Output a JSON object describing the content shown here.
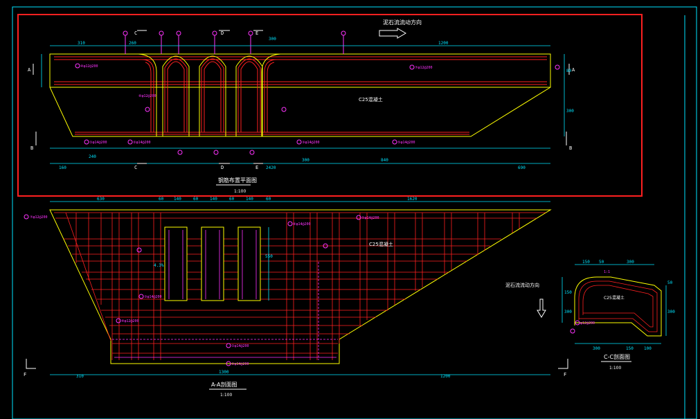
{
  "colors": {
    "background": "#000000",
    "frame": "#00e5ff",
    "outline": "#ffff00",
    "rebar_red": "#ff2020",
    "rebar_magenta": "#ff33ff",
    "dimension": "#00e5ff",
    "selection_box": "#ff2020",
    "text": "#ffffff"
  },
  "top_view": {
    "flow_label": "泥石流流动方向",
    "title": "钢筋布置平面图",
    "scale": "1:100",
    "concrete_label": "C25混凝土",
    "section_marks": [
      "A",
      "A",
      "B",
      "B",
      "C",
      "C",
      "D",
      "D",
      "E",
      "E"
    ],
    "dims_top": [
      "310",
      "260",
      "300",
      "1200"
    ],
    "dims_bottom": [
      "240",
      "300",
      "840"
    ],
    "dims_overall": [
      "160",
      "2420",
      "690"
    ],
    "dims_right": [
      "80",
      "300"
    ],
    "rebar_tags": [
      "④φ12@200",
      "⑦φ12@200",
      "①φ14@200",
      "②φ14@200",
      "③φ14@200",
      "⑤φ14@200",
      "⑥φ12@200"
    ]
  },
  "section_aa": {
    "title": "A-A剖面图",
    "scale": "1:100",
    "concrete_label": "C25混凝土",
    "section_marks": [
      "F",
      "F"
    ],
    "dims_top": [
      "630",
      "60",
      "140",
      "60",
      "140",
      "60",
      "140",
      "60",
      "1620"
    ],
    "dims_bottom": [
      "310",
      "1300",
      "1200"
    ],
    "dims_inner": [
      "550",
      "4.3%"
    ],
    "rebar_tags": [
      "⑦φ12@200",
      "⑤φ14@200",
      "⑥φ14@200",
      "④φ12@200",
      "③φ14@200",
      "①φ14@200",
      "②φ14@200"
    ]
  },
  "section_cc": {
    "title": "C-C剖面图",
    "scale": "1:100",
    "concrete_label": "C25混凝土",
    "flow_label": "泥石流流动方向",
    "dims_top": [
      "150",
      "50",
      "300"
    ],
    "dims_left": [
      "150",
      "300"
    ],
    "dims_right": [
      "50",
      "300"
    ],
    "dims_bottom": [
      "300",
      "150",
      "100"
    ],
    "rebar_tags": [
      "φ12@200",
      "1:1"
    ]
  }
}
